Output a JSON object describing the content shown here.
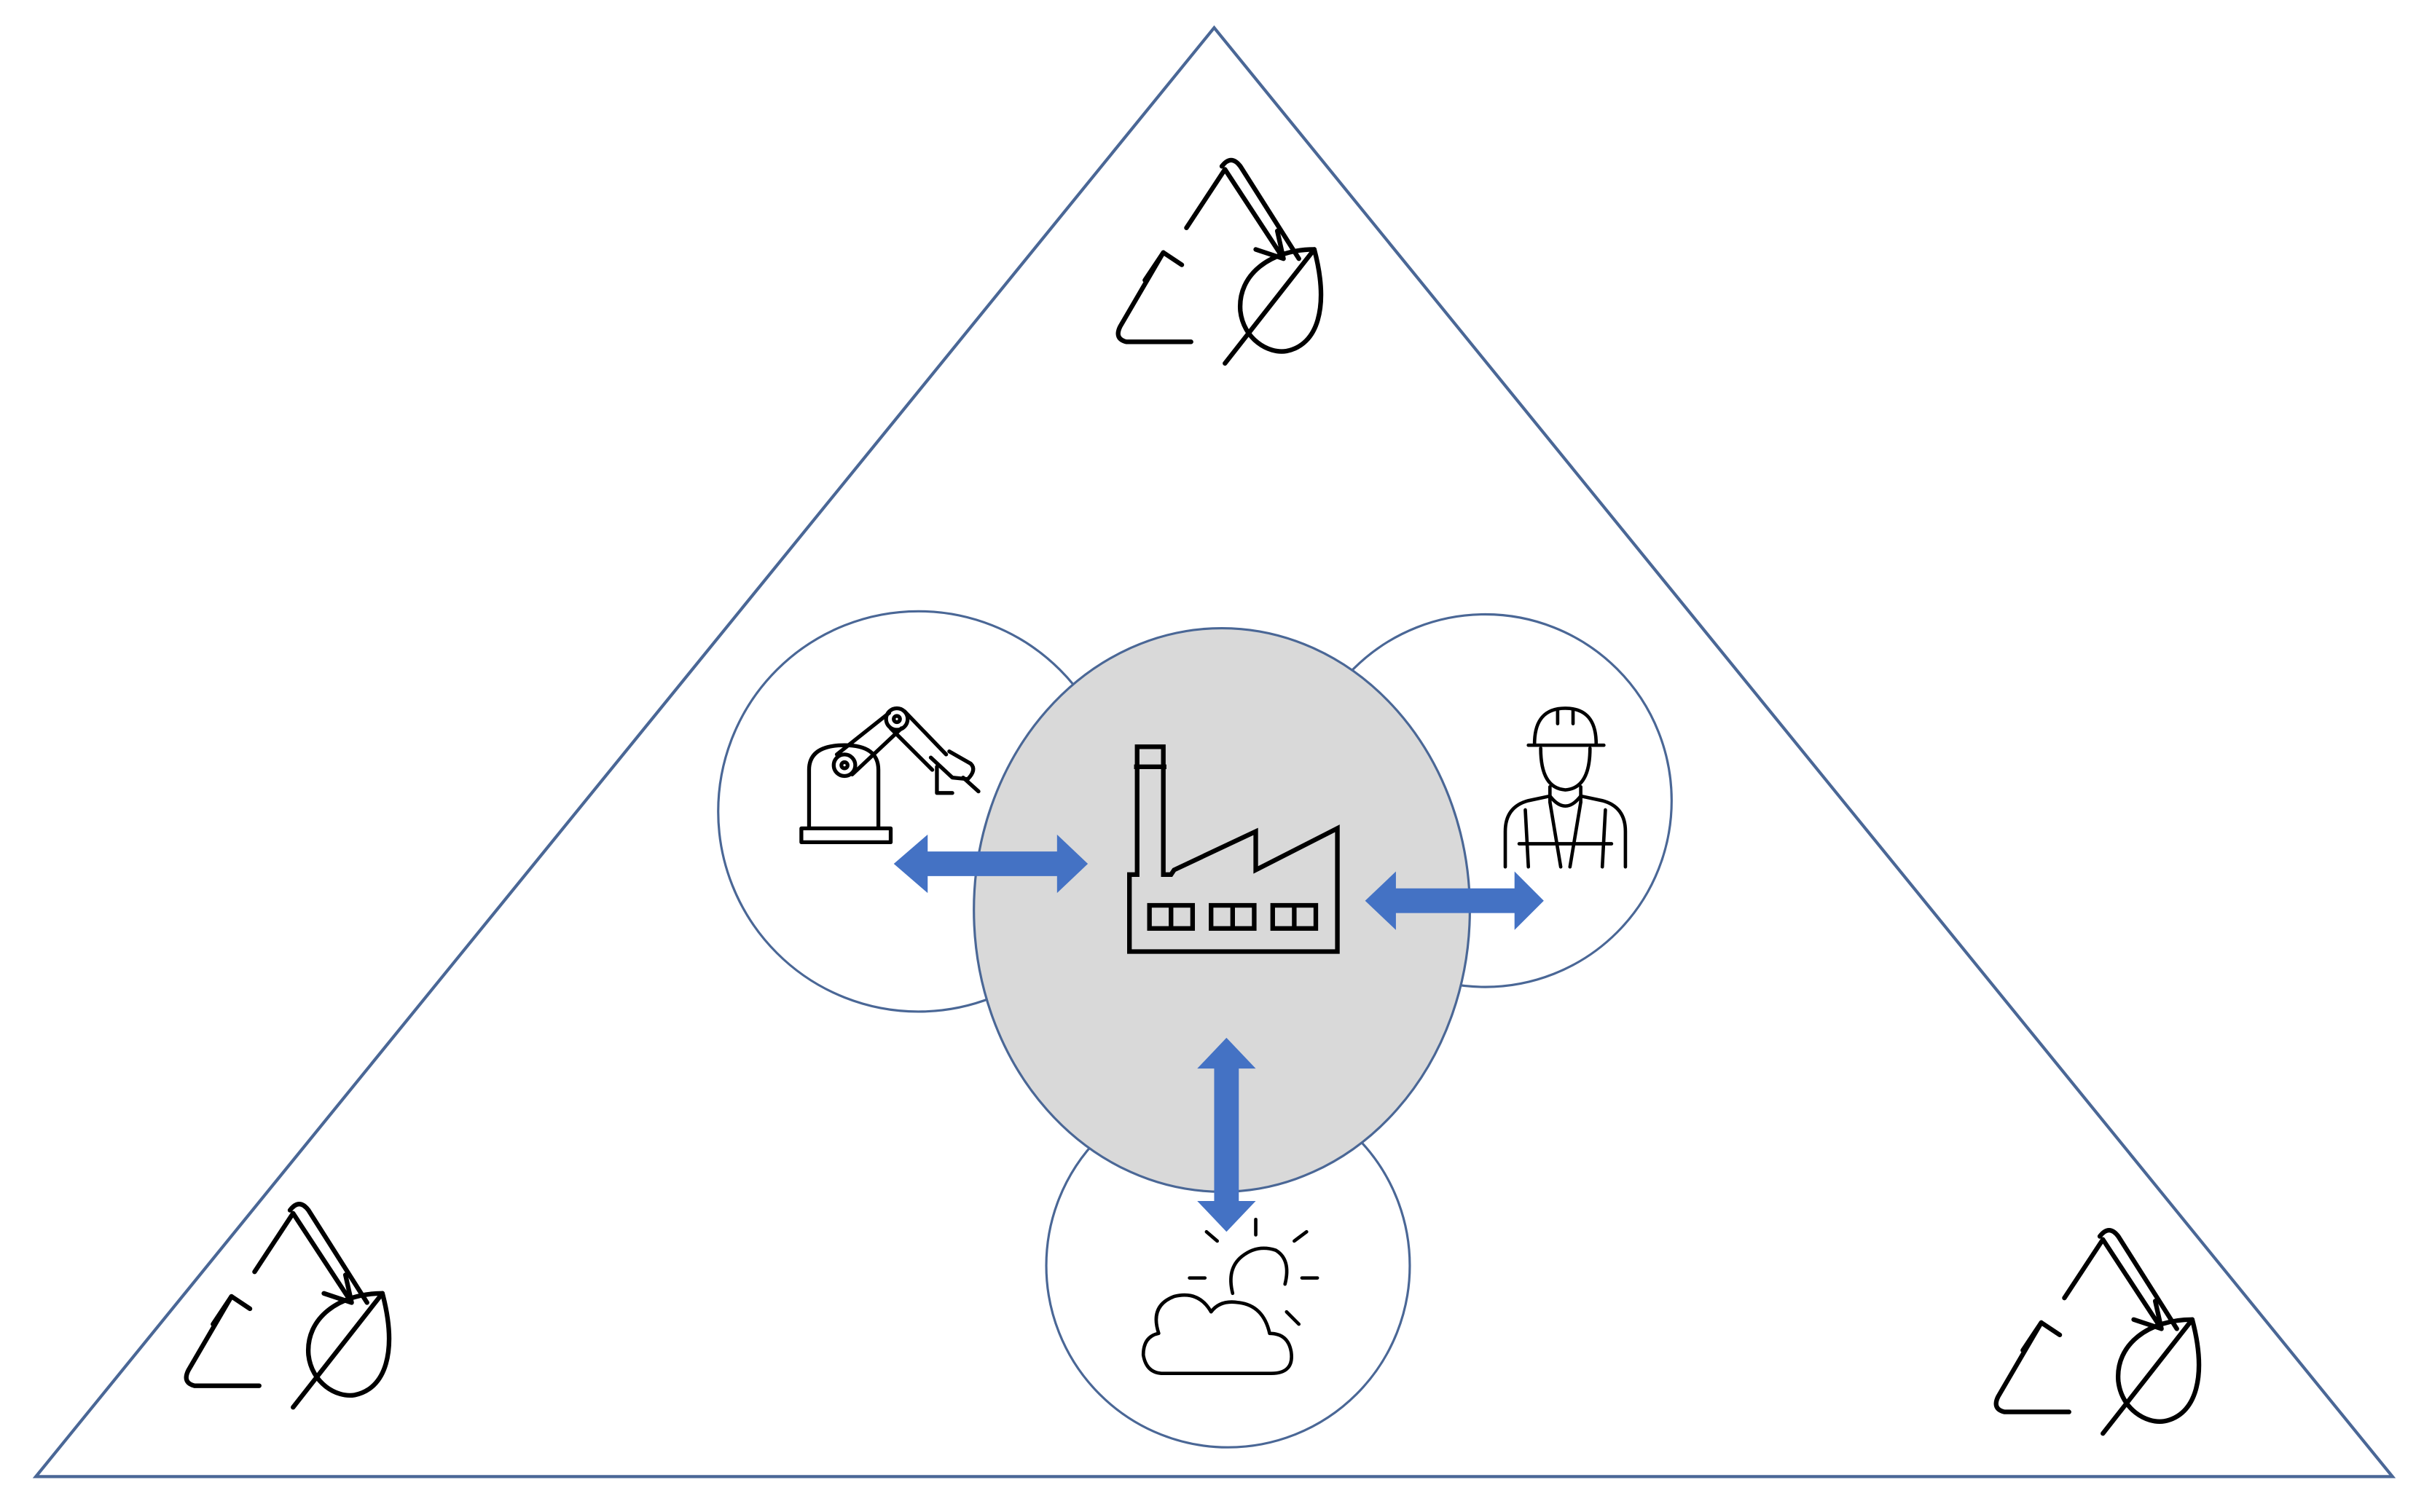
{
  "diagram": {
    "type": "sustainable-manufacturing-system",
    "colors": {
      "triangle_stroke": "#4a6796",
      "circle_stroke": "#4a6796",
      "center_fill": "#d9d9d9",
      "arrow_fill": "#4472c4",
      "icon_stroke": "#000000",
      "background": "#ffffff"
    },
    "nodes": [
      {
        "id": "factory",
        "icon": "factory-icon",
        "role": "center"
      },
      {
        "id": "robot",
        "icon": "robot-arm-icon",
        "role": "satellite"
      },
      {
        "id": "worker",
        "icon": "worker-icon",
        "role": "satellite"
      },
      {
        "id": "environment",
        "icon": "weather-icon",
        "role": "satellite"
      }
    ],
    "links": [
      {
        "from": "factory",
        "to": "robot",
        "style": "double-arrow"
      },
      {
        "from": "factory",
        "to": "worker",
        "style": "double-arrow"
      },
      {
        "from": "factory",
        "to": "environment",
        "style": "double-arrow"
      }
    ],
    "corner_icons": [
      "recycle-leaf-icon",
      "recycle-leaf-icon",
      "recycle-leaf-icon"
    ]
  }
}
